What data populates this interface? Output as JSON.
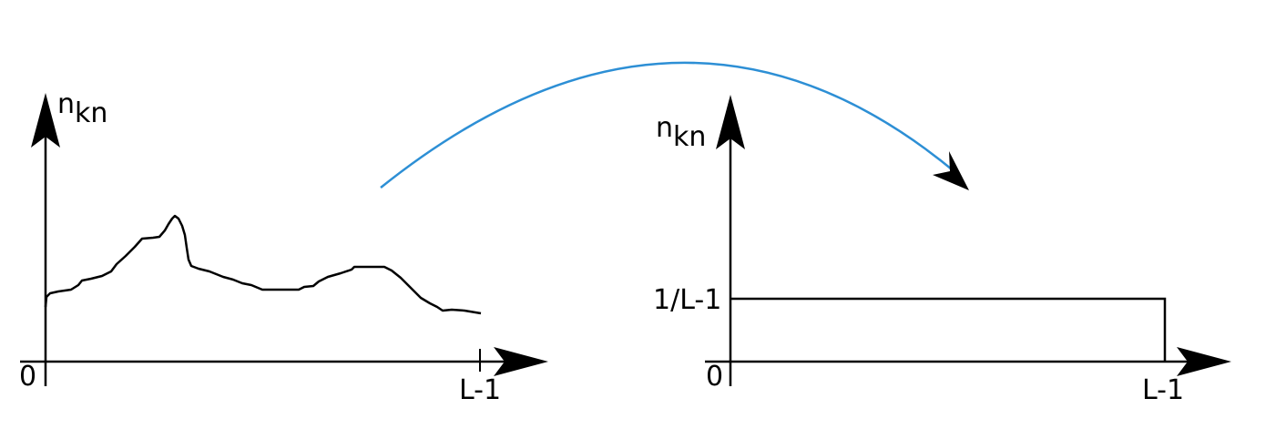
{
  "left_panel": {
    "y_axis_label_main": "n",
    "y_axis_label_sub": "kn",
    "origin_label": "0",
    "x_end_label": "L-1"
  },
  "right_panel": {
    "y_axis_label_main": "n",
    "y_axis_label_sub": "kn",
    "origin_label": "0",
    "x_end_label": "L-1",
    "level_label": "1/L-1"
  },
  "colors": {
    "axes": "#000000",
    "transform_arrow": "#2d8fd5"
  }
}
